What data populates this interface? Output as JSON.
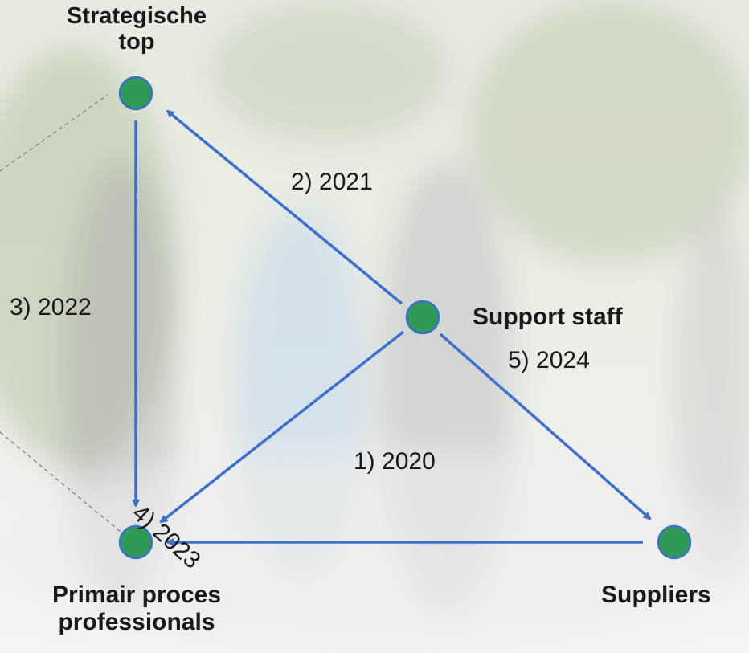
{
  "colors": {
    "node_fill": "#2e9a53",
    "node_stroke": "#3b6fd0",
    "arrow": "#3c6fd1",
    "text": "#1a1a1a"
  },
  "nodes": {
    "strategische_top": {
      "label_line1": "Strategische",
      "label_line2": "top"
    },
    "support_staff": {
      "label": "Support staff"
    },
    "primair_proces": {
      "label_line1": "Primair proces",
      "label_line2": "professionals"
    },
    "suppliers": {
      "label": "Suppliers"
    }
  },
  "edges": {
    "e1": {
      "label": "1) 2020",
      "from": "support_staff",
      "to": "primair_proces"
    },
    "e2": {
      "label": "2) 2021",
      "from": "support_staff",
      "to": "strategische_top"
    },
    "e3": {
      "label": "3) 2022",
      "from": "strategische_top",
      "to": "primair_proces"
    },
    "e4": {
      "label": "4) 2023",
      "from": "suppliers",
      "to": "primair_proces"
    },
    "e5": {
      "label": "5) 2024",
      "from": "support_staff",
      "to": "suppliers"
    }
  }
}
